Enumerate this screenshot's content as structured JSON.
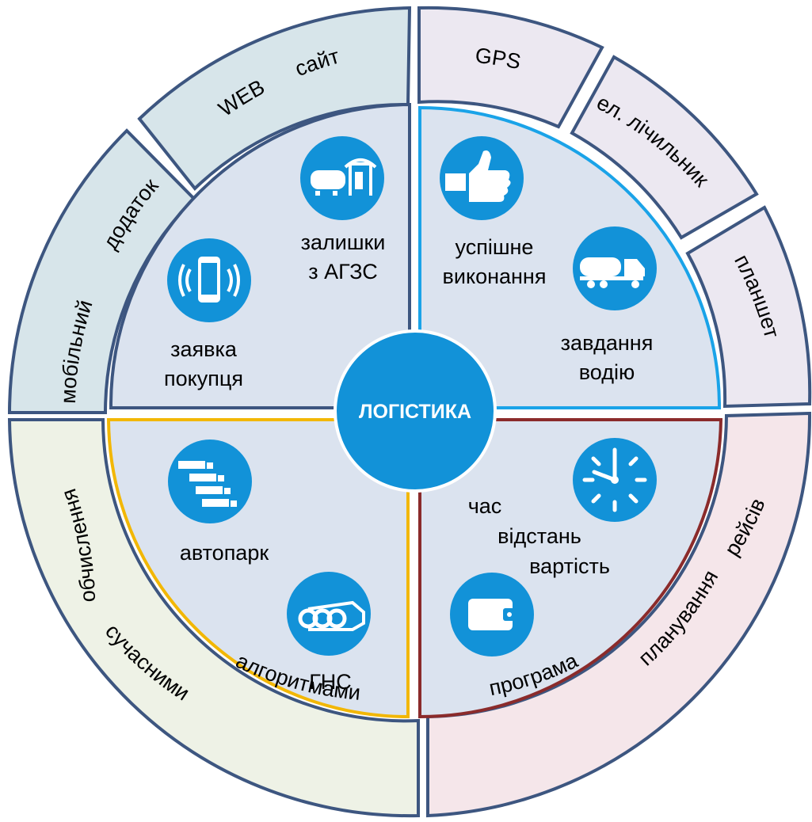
{
  "center": {
    "label": "ЛОГІСТИКА"
  },
  "outer_ring": {
    "web": {
      "word1": "WEB",
      "word2": "сайт"
    },
    "mobile": {
      "word1": "мобільний",
      "word2": "додаток"
    },
    "gps": {
      "label": "GPS"
    },
    "meter": {
      "label": "ел. лічильник"
    },
    "tablet": {
      "label": "планшет"
    },
    "computing": {
      "word1": "обчислення",
      "word2": "сучасними",
      "word3": "алгоритмами"
    },
    "planning": {
      "word1": "програма",
      "word2": "планування",
      "word3": "рейсів"
    }
  },
  "quadrants": {
    "top_left": {
      "item1": {
        "line1": "залишки",
        "line2": "з АГЗС",
        "icon": "gas-station-icon"
      },
      "item2": {
        "line1": "заявка",
        "line2": "покупця",
        "icon": "smartphone-icon"
      }
    },
    "top_right": {
      "item1": {
        "line1": "успішне",
        "line2": "виконання",
        "icon": "thumbs-up-icon"
      },
      "item2": {
        "line1": "завдання",
        "line2": "водію",
        "icon": "tanker-truck-icon"
      }
    },
    "bottom_left": {
      "item1": {
        "line1": "автопарк",
        "icon": "truck-fleet-icon"
      },
      "item2": {
        "line1": "ГНС",
        "icon": "gas-cylinders-icon"
      }
    },
    "bottom_right": {
      "item1": {
        "line1": "час",
        "line2": "відстань",
        "line3": "вартість",
        "icon": "clock-icon"
      },
      "item2": {
        "icon": "wallet-icon"
      }
    }
  },
  "colors": {
    "outline": "#3d5680",
    "quadrant_fill": "#dbe3ef",
    "circle_blue": "#1292d8",
    "top_right_border": "#1aa3e8",
    "bottom_left_border": "#f2b705",
    "bottom_right_border": "#8b2b2b",
    "web_fill": "#d7e5ea",
    "top_right_fill": "#ece8f1",
    "bottom_left_fill": "#eef2e6",
    "bottom_right_fill": "#f5e6ea"
  }
}
